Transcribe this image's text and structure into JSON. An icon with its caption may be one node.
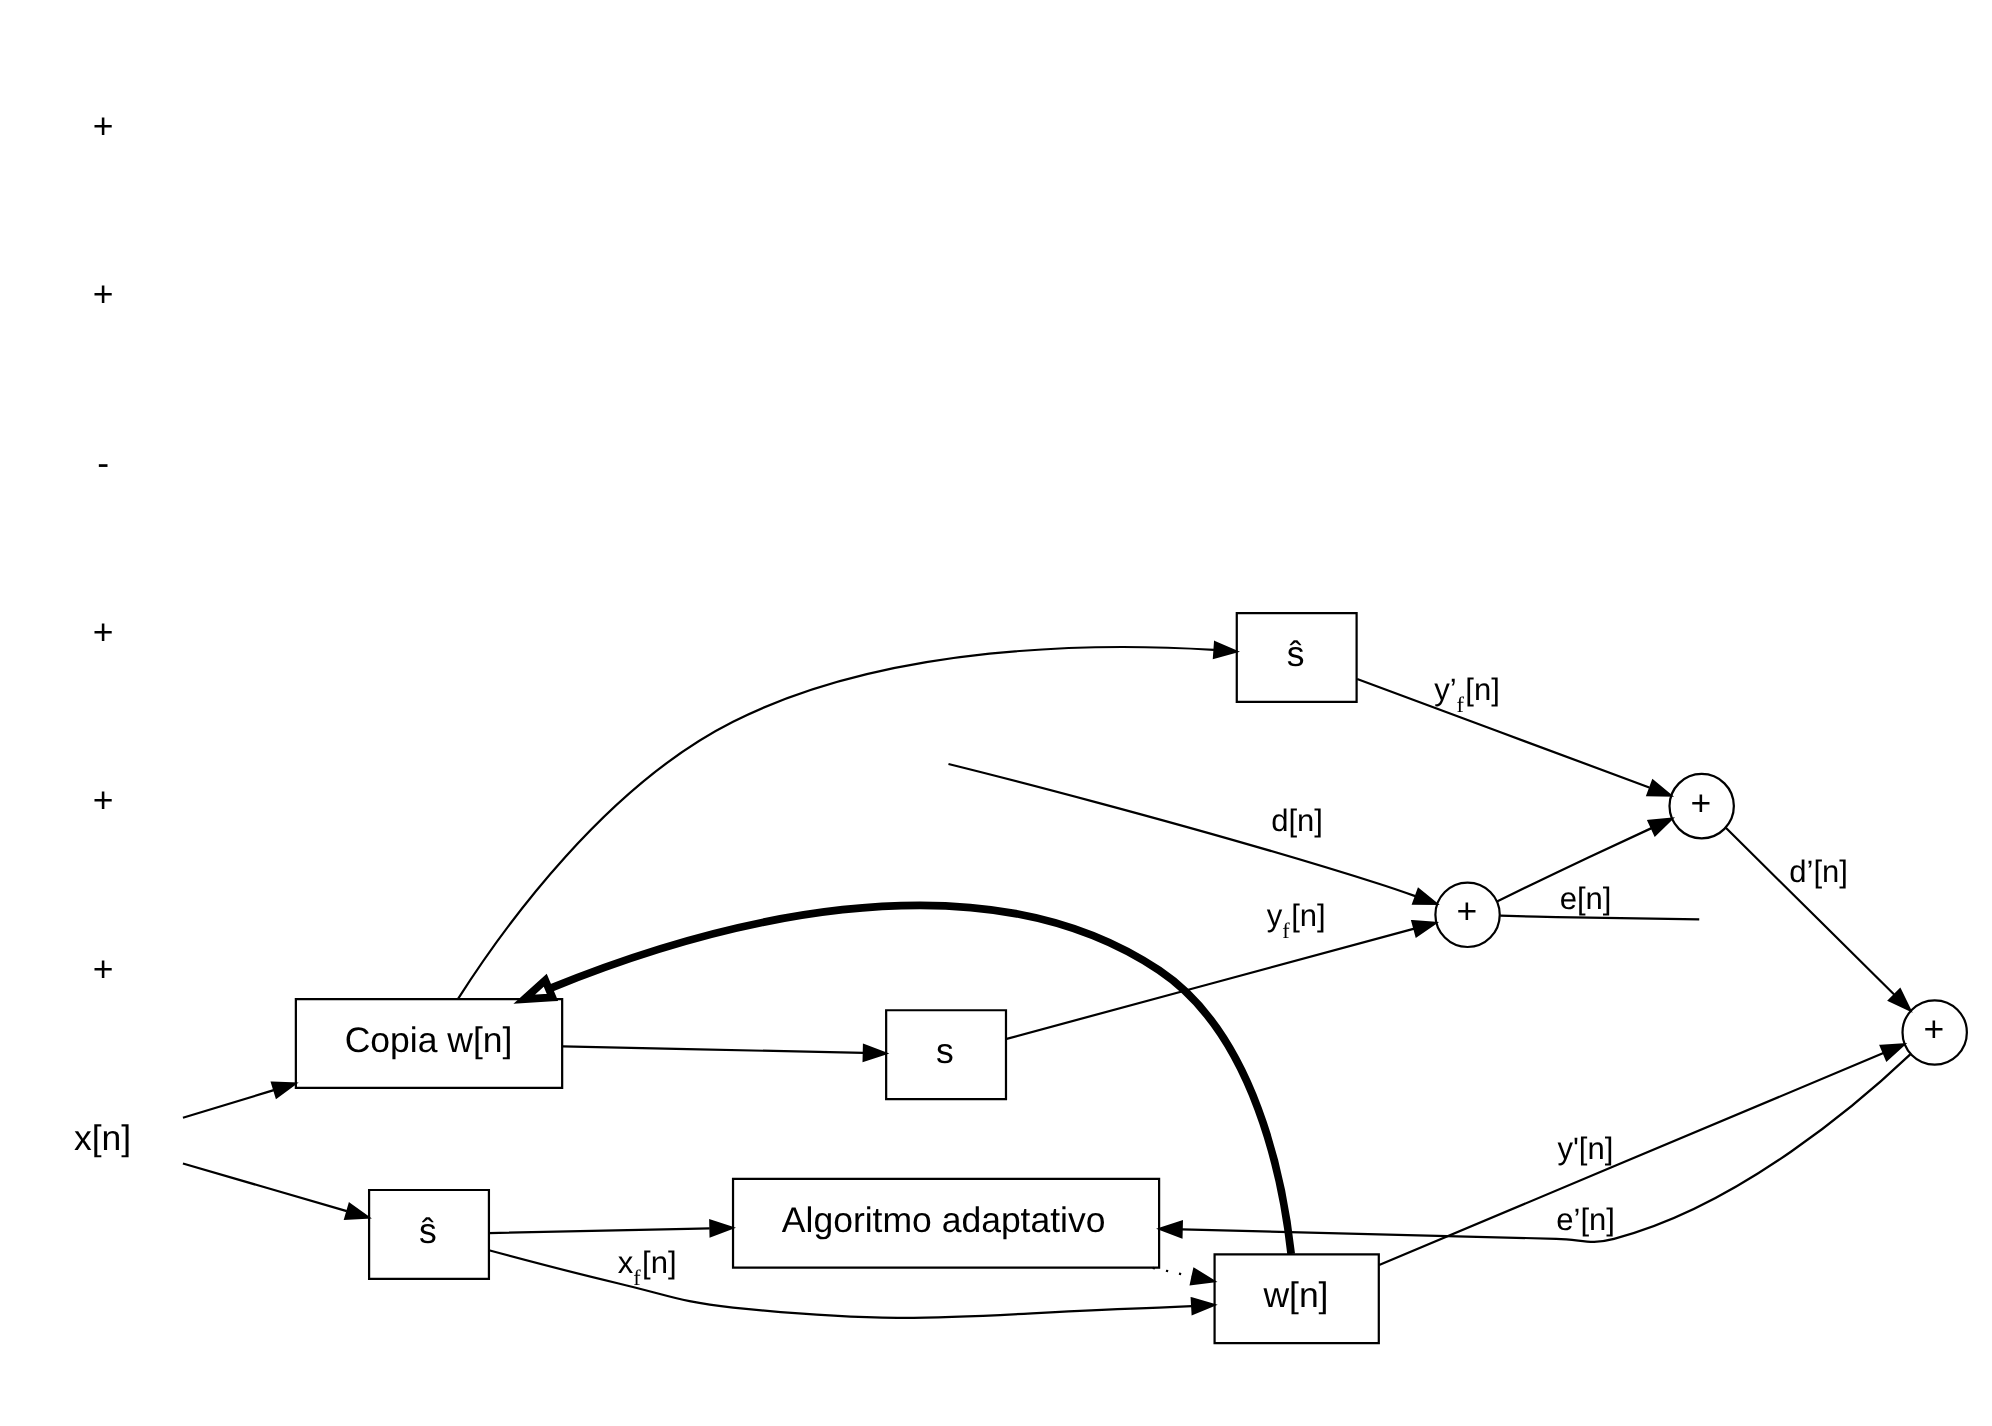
{
  "diagram": {
    "nodes": [
      {
        "text": [
          "x[n]"
        ]
      },
      {
        "text": [
          "Copia w[n]"
        ]
      },
      {
        "text": [
          "s"
        ]
      },
      {
        "text": [
          "+"
        ]
      },
      {
        "text": [
          "ŝ"
        ]
      },
      {
        "text": [
          "+"
        ]
      },
      {
        "text": [
          "ŝ"
        ]
      },
      {
        "text": [
          "w[n]"
        ]
      },
      {
        "text": [
          "+"
        ]
      },
      {
        "text": [
          "Algoritmo adaptativo"
        ]
      }
    ],
    "edges": [
      {
        "from": 0,
        "to": 1,
        "arrow": "to"
      },
      {
        "from": 0,
        "to": 6,
        "arrow": "to"
      },
      {
        "from": null,
        "to": 3,
        "arrow": "to",
        "label": "d[n]"
      },
      {
        "from": 1,
        "to": 2,
        "arrow": "to"
      },
      {
        "from": 1,
        "to": 4,
        "arrow": "to"
      },
      {
        "from": 2,
        "to": 3,
        "arrow": "to",
        "label": "y$_{f}$[n]"
      },
      {
        "from": 3,
        "to": null,
        "arrow": "none",
        "label": "e[n]"
      },
      {
        "from": 3,
        "to": 5,
        "arrow": "to"
      },
      {
        "from": 4,
        "to": 5,
        "arrow": "to",
        "label": "y’$_{f}$[n]"
      },
      {
        "from": 5,
        "to": 8,
        "arrow": "to",
        "label": "d’[n]"
      },
      {
        "from": 6,
        "to": 7,
        "arrow": "to",
        "label": "x$_{f}$[n]"
      },
      {
        "from": 6,
        "to": 9,
        "arrow": "to"
      },
      {
        "from": 7,
        "to": 8,
        "arrow": "to",
        "label": "y'[n]"
      },
      {
        "from": 8,
        "to": 9,
        "arrow": "to",
        "label": "e’[n]"
      },
      {
        "from": 7,
        "to": 1,
        "arrow": "to",
        "style": "thick"
      },
      {
        "from": 9,
        "to": 7,
        "arrow": "to",
        "style": "dashed"
      }
    ],
    "labels": [
      "+",
      "+",
      "+",
      "-",
      "+",
      "+"
    ]
  }
}
